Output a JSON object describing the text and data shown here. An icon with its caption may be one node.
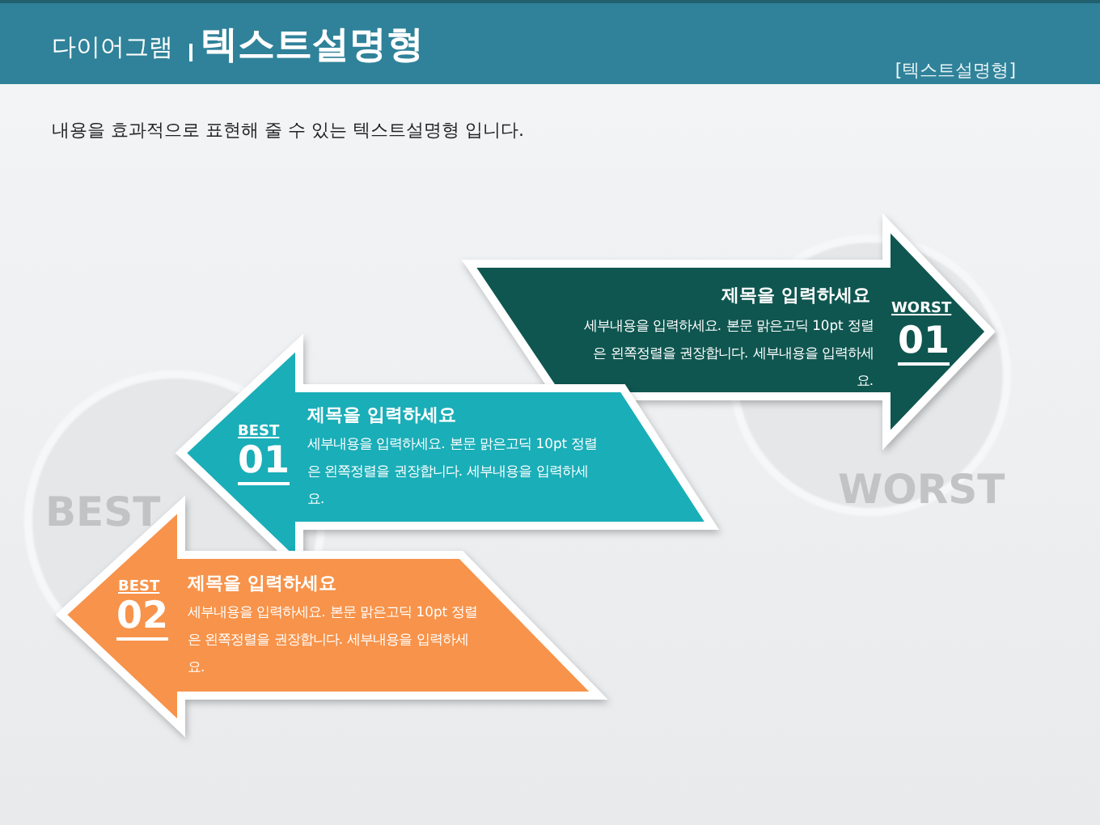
{
  "diagram": {
    "title": "텍스트설명형",
    "nodes": [
      {
        "text": [
          "제목을 입력하세요",
          "세부내용을 입력하세요. 본문 맑은고딕 10pt 정렬은 왼쪽정렬을 권장합니다. 세부내용을 입력하세요.",
          "WORST",
          "01"
        ]
      },
      {
        "text": [
          "제목을 입력하세요",
          "세부내용을 입력하세요. 본문 맑은고딕 10pt 정렬은 왼쪽정렬을 권장합니다. 세부내용을 입력하세요.",
          "BEST",
          "01"
        ]
      },
      {
        "text": [
          "제목을 입력하세요",
          "세부내용을 입력하세요. 본문 맑은고딕 10pt 정렬은 왼쪽정렬을 권장합니다. 세부내용을 입력하세요.",
          "BEST",
          "02"
        ]
      }
    ],
    "edges": [],
    "labels": [
      "다이어그램",
      "[텍스트설명형]",
      "내용을 효과적으로 표현해 줄 수 있는 텍스트설명형 입니다.",
      "WORST",
      "BEST"
    ]
  }
}
